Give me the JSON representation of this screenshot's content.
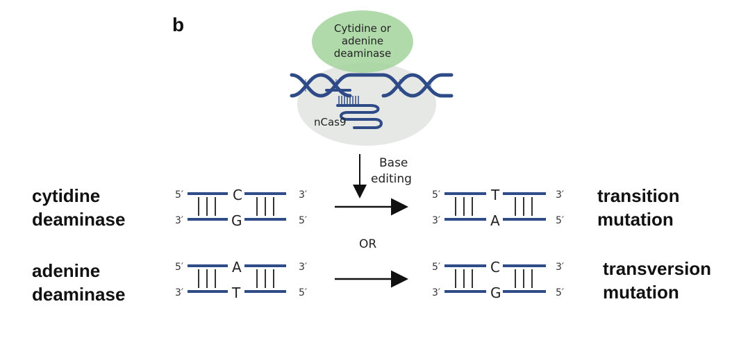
{
  "panel_label": "b",
  "enzyme": {
    "line1": "Cytidine or",
    "line2": "adenine",
    "line3": "deaminase",
    "fill_color": "#a3d39c"
  },
  "complex": {
    "nickase_label": "nCas9",
    "dna_color": "#2e4a87",
    "shadow_color": "#e6e8e6"
  },
  "step": {
    "line1": "Base",
    "line2": "editing",
    "or_label": "OR"
  },
  "rows": [
    {
      "left_label_line1": "cytidine",
      "left_label_line2": "deaminase",
      "before": {
        "top_base": "C",
        "bottom_base": "G"
      },
      "after": {
        "top_base": "T",
        "bottom_base": "A"
      },
      "right_label_line1": "transition",
      "right_label_line2": "mutation"
    },
    {
      "left_label_line1": "adenine",
      "left_label_line2": "deaminase",
      "before": {
        "top_base": "A",
        "bottom_base": "T"
      },
      "after": {
        "top_base": "C",
        "bottom_base": "G"
      },
      "right_label_line1": "transversion",
      "right_label_line2": "mutation"
    }
  ],
  "ends": {
    "five_prime": "5′",
    "three_prime": "3′"
  },
  "strand_color": "#2e4a87"
}
